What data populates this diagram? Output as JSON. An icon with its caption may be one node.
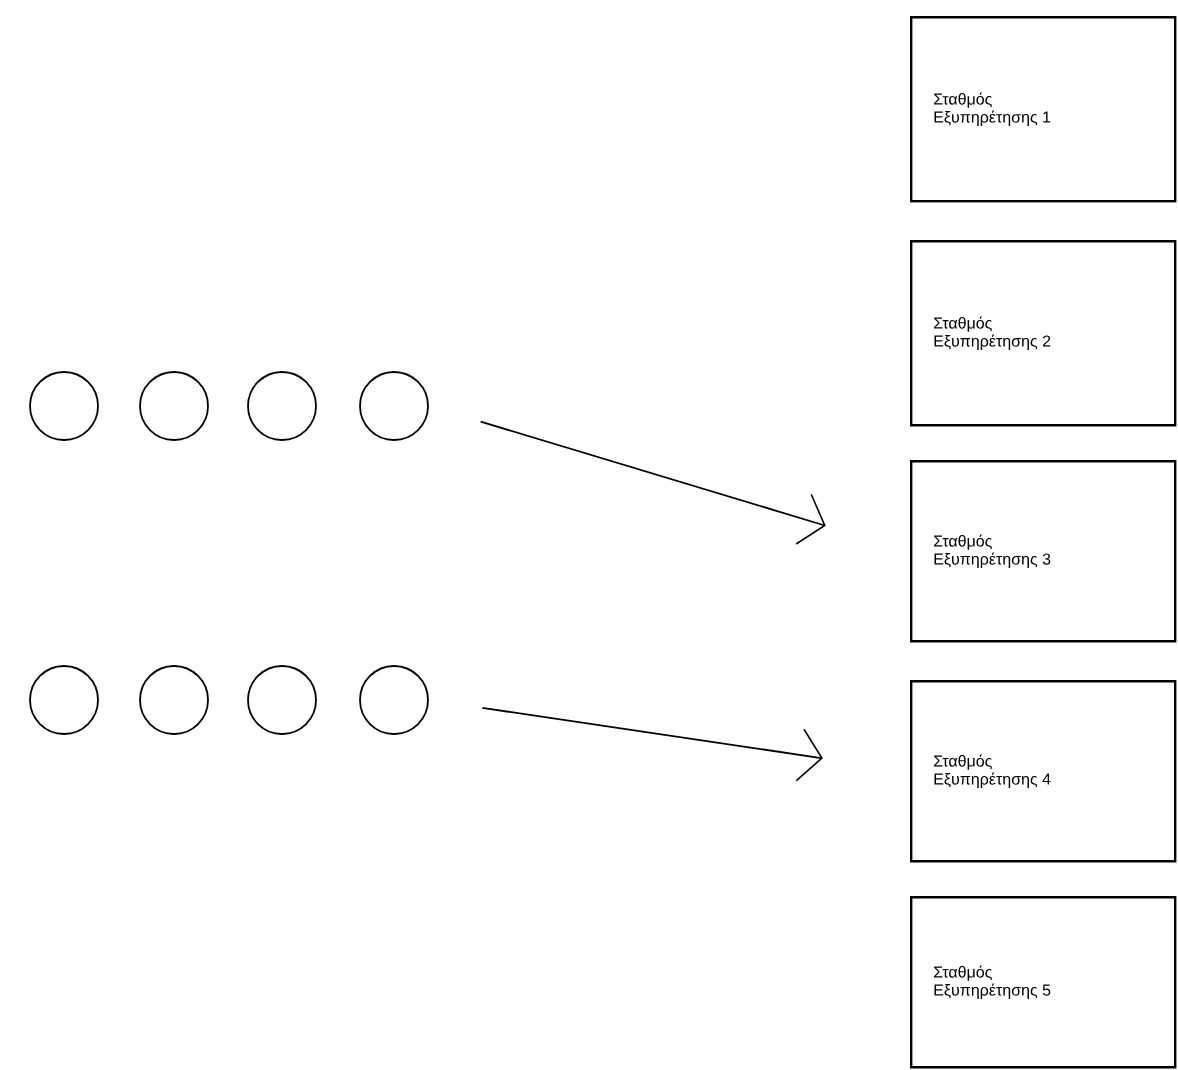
{
  "diagram": {
    "nodes": [
      {
        "text": [
          "Σταθμός Εξυπηρέτησης 1"
        ]
      },
      {
        "text": [
          "Σταθμός Εξυπηρέτησης 2"
        ]
      },
      {
        "text": [
          "Σταθμός Εξυπηρέτησης 3"
        ]
      },
      {
        "text": [
          "Σταθμός Εξυπηρέτησης 4"
        ]
      },
      {
        "text": [
          "Σταθμός Εξυπηρέτησης 5"
        ]
      },
      {
        "text": [],
        "shape": "circle"
      },
      {
        "text": [],
        "shape": "circle"
      },
      {
        "text": [],
        "shape": "circle"
      },
      {
        "text": [],
        "shape": "circle"
      },
      {
        "text": [],
        "shape": "circle"
      },
      {
        "text": [],
        "shape": "circle"
      },
      {
        "text": [],
        "shape": "circle"
      },
      {
        "text": [],
        "shape": "circle"
      }
    ],
    "edges": [
      {
        "from": 8,
        "to": 2,
        "arrow": "to"
      },
      {
        "from": 12,
        "to": 3,
        "arrow": "to"
      }
    ]
  }
}
